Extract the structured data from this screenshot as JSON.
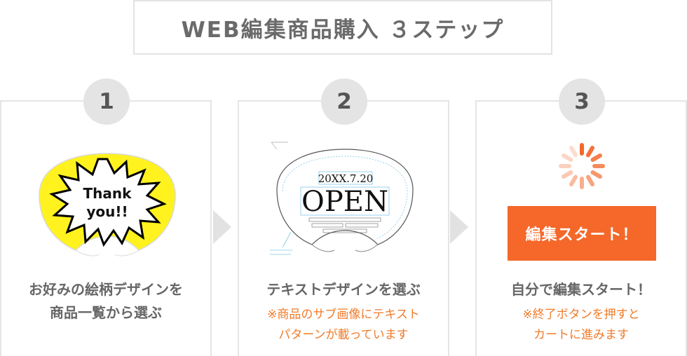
{
  "title": "WEB編集商品購入 ３ステップ",
  "steps": [
    {
      "number": "1",
      "text_line1": "お好みの絵柄デザインを",
      "text_line2": "商品一覧から選ぶ",
      "image_text_line1": "Thank",
      "image_text_line2": "you!!"
    },
    {
      "number": "2",
      "text_line1": "テキストデザインを選ぶ",
      "note_line1": "※商品のサブ画像にテキスト",
      "note_line2": "パターンが載っています",
      "template": {
        "date": "20XX.7.20",
        "headline": "OPEN"
      }
    },
    {
      "number": "3",
      "text_line1": "自分で編集スタート！",
      "note_line1": "※終了ボタンを押すと",
      "note_line2": "カートに進みます",
      "button_label": "編集スタート！"
    }
  ],
  "colors": {
    "accent_orange": "#f5682a",
    "note_orange": "#f07b2b",
    "fan_yellow": "#fff21f",
    "badge_gray": "#e4e4e4",
    "border_gray": "#e5e5e5"
  }
}
